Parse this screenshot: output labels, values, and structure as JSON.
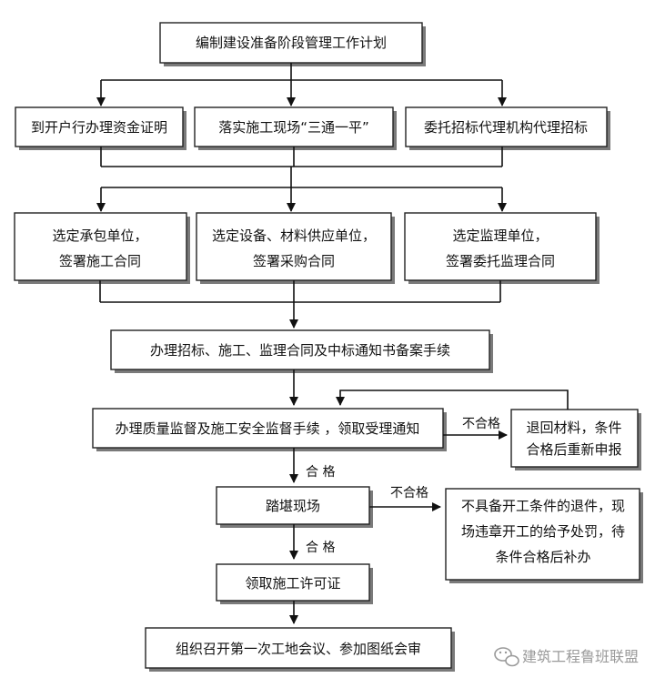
{
  "diagram": {
    "top": "编制建设准备阶段管理工作计划",
    "row1": [
      "到开户行办理资金证明",
      "落实施工现场“三通一平”",
      "委托招标代理机构代理招标"
    ],
    "row2": [
      [
        "选定承包单位，",
        "签署施工合同"
      ],
      [
        "选定设备、材料供应单位，",
        "签署采购合同"
      ],
      [
        "选定监理单位，",
        "签署委托监理合同"
      ]
    ],
    "filing": "办理招标、施工、监理合同及中标通知书备案手续",
    "supervision": "办理质量监督及施工安全监督手续 ，领取受理通知",
    "return": [
      "退回材料，条件",
      "合格后重新申报"
    ],
    "survey": "踏堪现场",
    "penalty": [
      "不具备开工条件的退件，现",
      "场违章开工的给予处罚，待",
      "条件合格后补办"
    ],
    "permit": "领取施工许可证",
    "meeting": "组织召开第一次工地会议、参加图纸会审",
    "labels": {
      "fail1": "不合格",
      "pass1": "合 格",
      "fail2": "不合格",
      "pass2": "合 格"
    }
  },
  "watermark": {
    "icon": "wechat-icon",
    "text": "建筑工程鲁班联盟"
  }
}
